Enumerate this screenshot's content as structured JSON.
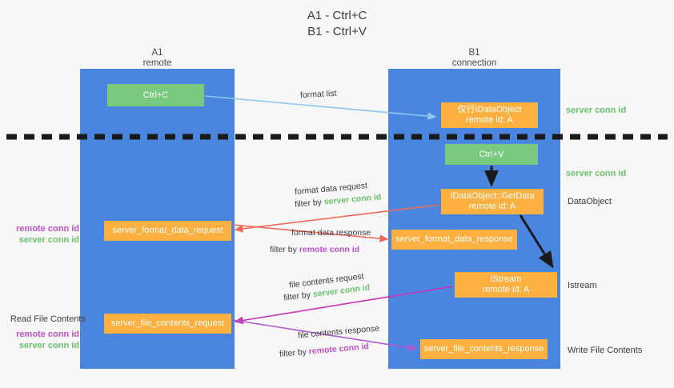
{
  "title": {
    "line1": "A1 - Ctrl+C",
    "line2": "B1 - Ctrl+V"
  },
  "columns": [
    {
      "name": "A1",
      "sub": "remote"
    },
    {
      "name": "B1",
      "sub": "connection"
    }
  ],
  "boxes": {
    "ctrl_c": "Ctrl+C",
    "ctrl_v": "Ctrl+V",
    "idataobject_line1": "仅行IDataObject",
    "idataobject_line2": "remote id: A",
    "getdata_line1": "IDataObject::GetData",
    "getdata_line2": "remote id: A",
    "istream_line1": "IStream",
    "istream_line2": "remote id: A",
    "server_format_data_request": "server_format_data_request",
    "server_format_data_response": "server_format_data_response",
    "server_file_contents_request": "server_file_contents_request",
    "server_file_contents_response": "server_file_contents_response"
  },
  "side_labels": {
    "server_conn_id_top": "server conn id",
    "server_conn_id_mid": "server conn id",
    "dataobject": "DataObject",
    "istream": "Istream",
    "write_file_contents": "Write File Contents",
    "read_file_contents": "Read File Contents",
    "remote_conn_id": "remote conn id",
    "server_conn_id": "server conn id"
  },
  "edges": {
    "format_list": "format list",
    "format_data_request": "format data request",
    "filter_by": "filter by ",
    "format_data_response": "format data response",
    "file_contents_request": "file contents request",
    "file_contents_response": "file contents response",
    "server_conn_id": "server conn id",
    "remote_conn_id": "remote conn id"
  },
  "colors": {
    "lane": "#4a86e0",
    "green_box": "#79c97e",
    "orange_box": "#fbb040",
    "green_text": "#6ac46a",
    "purple_text": "#c050d0",
    "arrow_light_blue": "#8ec6ef",
    "arrow_red": "#ef6a5a",
    "arrow_magenta": "#c733b0",
    "arrow_purple": "#b05ad0",
    "arrow_black": "#1a1a1a"
  }
}
